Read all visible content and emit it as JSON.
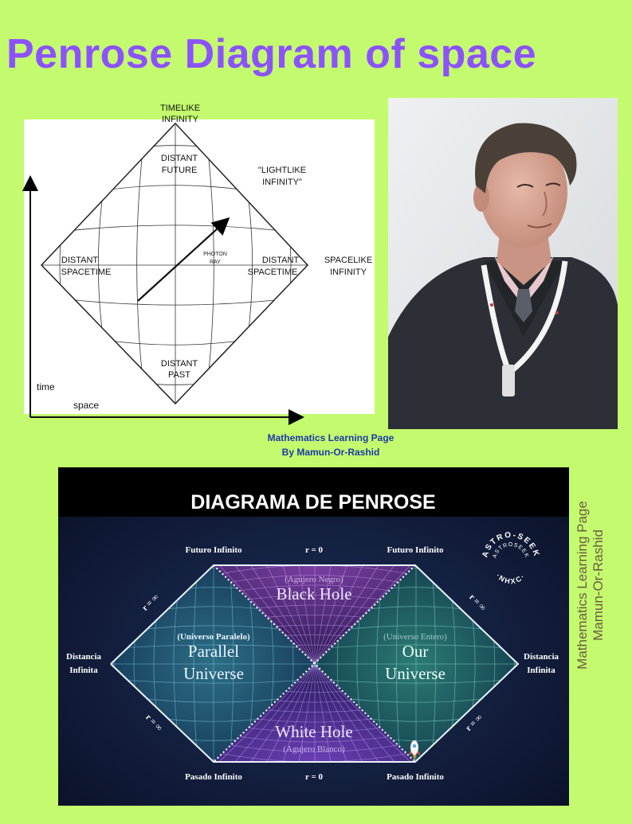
{
  "title": "Penrose Diagram of space",
  "top_diagram": {
    "timelike_infinity": [
      "TIMELIKE",
      "INFINITY"
    ],
    "lightlike_infinity": [
      "\"LIGHTLIKE",
      "INFINITY\""
    ],
    "spacelike_infinity": [
      "SPACELIKE",
      "INFINITY"
    ],
    "distant_future": [
      "DISTANT",
      "FUTURE"
    ],
    "distant_past": [
      "DISTANT",
      "PAST"
    ],
    "distant_spacetime_left": [
      "DISTANT",
      "SPACETIME"
    ],
    "distant_spacetime_right": [
      "DISTANT",
      "SPACETIME"
    ],
    "photon_ray": [
      "PHOTON",
      "RAY"
    ],
    "axis_time": "time",
    "axis_space": "space"
  },
  "credit": [
    "Mathematics Learning Page",
    "By Mamun-Or-Rashid"
  ],
  "bottom_diagram": {
    "heading": "DIAGRAMA DE PENROSE",
    "futuro_left": "Futuro Infinito",
    "futuro_right": "Futuro Infinito",
    "r_top": "r = 0",
    "r_bottom": "r = 0",
    "pasado_left": "Pasado Infinito",
    "pasado_right": "Pasado Infinito",
    "distancia_left": [
      "Distancia",
      "Infinita"
    ],
    "distancia_right": [
      "Distancia",
      "Infinita"
    ],
    "r_inf": "r = ∞",
    "black_hole_sub": "(Agujero Negro)",
    "black_hole": "Black Hole",
    "parallel_sub": "(Universo Paralelo)",
    "parallel": [
      "Parallel",
      "Universe"
    ],
    "our_sub": "(Universo Entero)",
    "our": [
      "Our",
      "Universe"
    ],
    "white_hole": "White Hole",
    "white_hole_sub": "(Agujero Blanco)",
    "logo_outer": "ASTRO-SEEK",
    "logo_inner": "ASTROSEEK",
    "logo_bottom": "·NHXC·"
  },
  "vertical_credit": [
    "Mathematics Learning Page",
    "Mamun-Or-Rashid"
  ],
  "colors": {
    "background": "#c4fb6e",
    "title": "#8c52ff",
    "credit": "#1a3aa8"
  }
}
